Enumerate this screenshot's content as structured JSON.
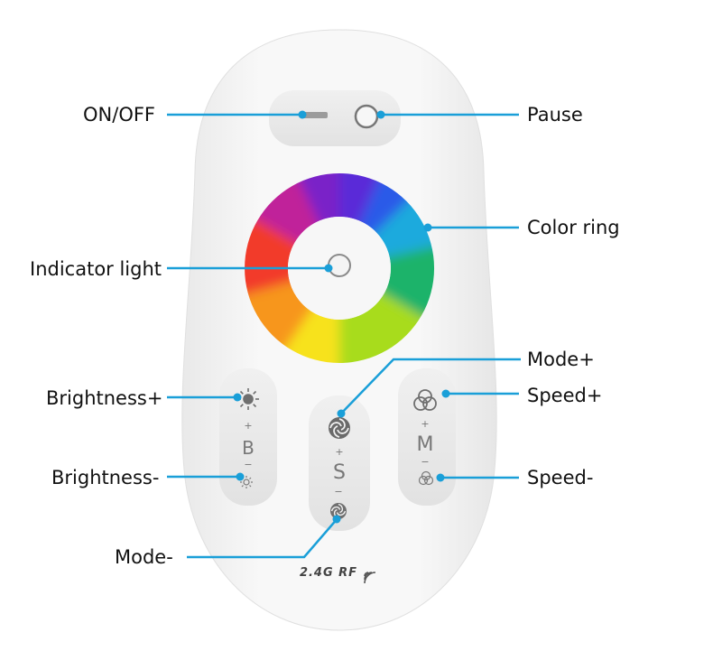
{
  "labels": {
    "on_off": "ON/OFF",
    "pause": "Pause",
    "color_ring": "Color ring",
    "indicator_light": "Indicator light",
    "mode_plus": "Mode+",
    "brightness_plus": "Brightness+",
    "speed_plus": "Speed+",
    "brightness_minus": "Brightness-",
    "speed_minus": "Speed-",
    "mode_minus": "Mode-"
  },
  "remote": {
    "brightness_letter": "B",
    "speed_letter": "S",
    "mode_letter": "M",
    "plus": "+",
    "minus": "−",
    "brand": "2.4G RF"
  },
  "colors": {
    "callout": "#1a9fd8",
    "remote_body": "#f3f3f3",
    "button_panel": "#e6e6e6"
  },
  "icons": [
    "power-slider-icon",
    "pause-circle-icon",
    "brightness-up-icon",
    "brightness-down-icon",
    "mode-spiral-icon",
    "speed-circles-icon",
    "wireless-icon"
  ]
}
